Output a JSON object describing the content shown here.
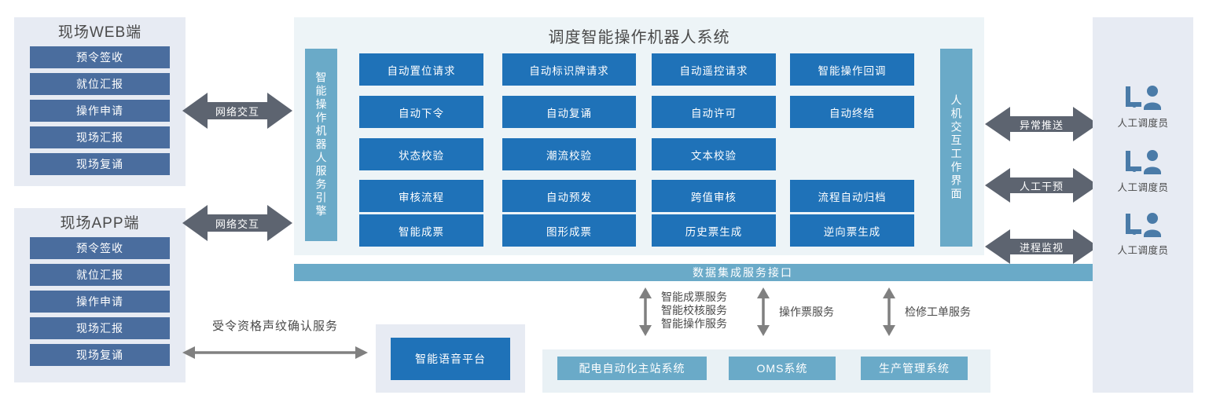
{
  "left": {
    "web_panel": {
      "title": "现场WEB端",
      "buttons": [
        "预令签收",
        "就位汇报",
        "操作申请",
        "现场汇报",
        "现场复诵"
      ]
    },
    "app_panel": {
      "title": "现场APP端",
      "buttons": [
        "预令签收",
        "就位汇报",
        "操作申请",
        "现场汇报",
        "现场复诵"
      ]
    },
    "arrows": [
      "网络交互",
      "网络交互"
    ]
  },
  "center": {
    "title": "调度智能操作机器人系统",
    "left_bar": "智能操作机器人服务引擎",
    "right_bar": "人机交互工作界面",
    "tiles": [
      [
        "自动置位请求",
        "自动标识牌请求",
        "自动遥控请求",
        "智能操作回调"
      ],
      [
        "自动下令",
        "自动复诵",
        "自动许可",
        "自动终结"
      ],
      [
        "状态校验",
        "潮流校验",
        "文本校验"
      ],
      [
        "审核流程",
        "自动预发",
        "跨值审核",
        "流程自动归档"
      ],
      [
        "智能成票",
        "图形成票",
        "历史票生成",
        "逆向票生成"
      ]
    ],
    "integration_bar": "数据集成服务接口"
  },
  "right": {
    "arrows": [
      "异常推送",
      "人工干预",
      "进程监视"
    ],
    "operators": [
      {
        "icon": "operator-desk-icon",
        "label": "人工调度员"
      },
      {
        "icon": "operator-desk-icon",
        "label": "人工调度员"
      },
      {
        "icon": "operator-desk-icon",
        "label": "人工调度员"
      }
    ]
  },
  "bottom": {
    "voice_arrow_label": "受令资格声纹确认服务",
    "voice_platform": "智能语音平台",
    "service_groups": [
      "智能成票服务\n智能校核服务\n智能操作服务",
      "操作票服务",
      "检修工单服务"
    ],
    "service_group_1_lines": [
      "智能成票服务",
      "智能校核服务",
      "智能操作服务"
    ],
    "service_group_2": "操作票服务",
    "service_group_3": "检修工单服务",
    "systems": [
      "配电自动化主站系统",
      "OMS系统",
      "生产管理系统"
    ]
  },
  "colors": {
    "tile_blue": "#1f72b8",
    "client_button_blue": "#4a6d9e",
    "teal": "#6aaac8",
    "panel_grey": "#e7ebf3",
    "center_bg": "#edf4f7",
    "arrow_grey": "#5d6470",
    "thin_arrow_grey": "#808080"
  }
}
